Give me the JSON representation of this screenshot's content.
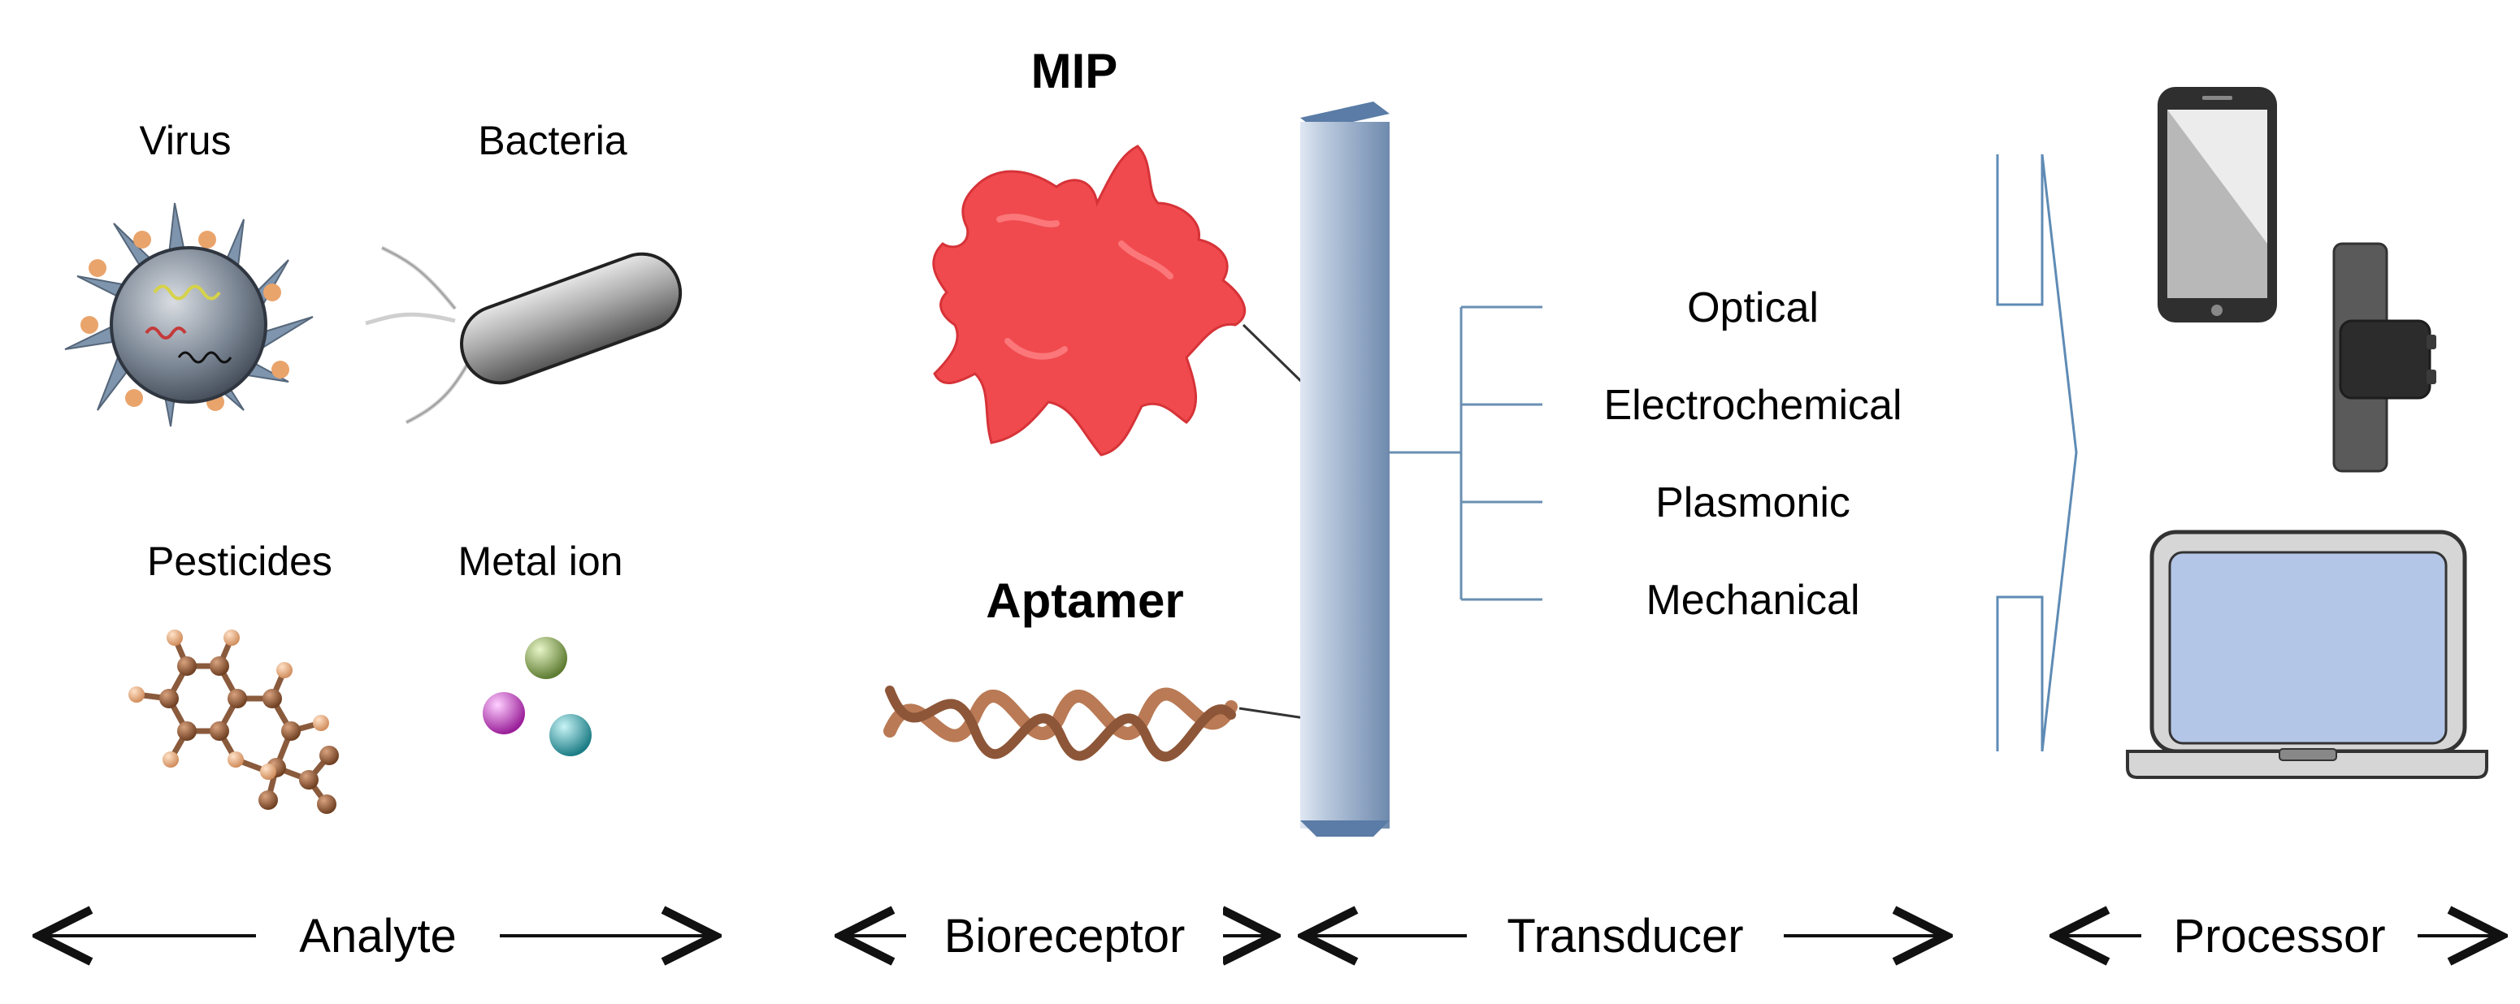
{
  "analytes": {
    "virus": "Virus",
    "bacteria": "Bacteria",
    "pesticides": "Pesticides",
    "metal_ion": "Metal ion"
  },
  "bioreceptors": {
    "mip": "MIP",
    "aptamer": "Aptamer"
  },
  "transducer_types": [
    "Optical",
    "Electrochemical",
    "Plasmonic",
    "Mechanical"
  ],
  "stages": [
    "Analyte",
    "Bioreceptor",
    "Transducer",
    "Processor"
  ],
  "colors": {
    "mip": "#f04a4e",
    "aptamer": "#b97a55",
    "electrode": "#8fa6c3",
    "bracket": "#6a8fb2",
    "laptop_screen": "#b4c6e7",
    "device_dark": "#3a3a3a"
  },
  "icons": [
    "virus-icon",
    "bacteria-icon",
    "pesticide-molecule-icon",
    "metal-ion-icon",
    "smartphone-icon",
    "smartwatch-icon",
    "laptop-icon"
  ]
}
